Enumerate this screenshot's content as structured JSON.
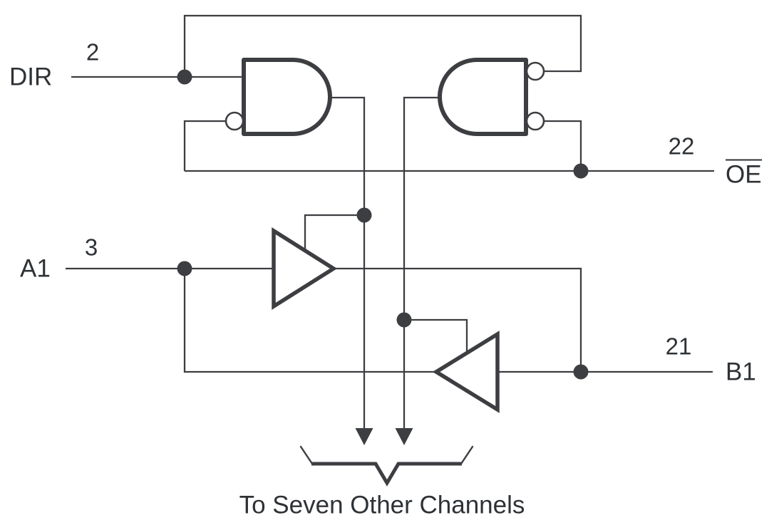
{
  "diagram": {
    "pins": {
      "dir": {
        "label": "DIR",
        "number": "2"
      },
      "oe": {
        "label": "OE",
        "number": "22"
      },
      "a1": {
        "label": "A1",
        "number": "3"
      },
      "b1": {
        "label": "B1",
        "number": "21"
      }
    },
    "caption": "To Seven Other Channels",
    "colors": {
      "stroke": "#3d3e41",
      "text": "#2e3236",
      "background": "#ffffff"
    }
  }
}
